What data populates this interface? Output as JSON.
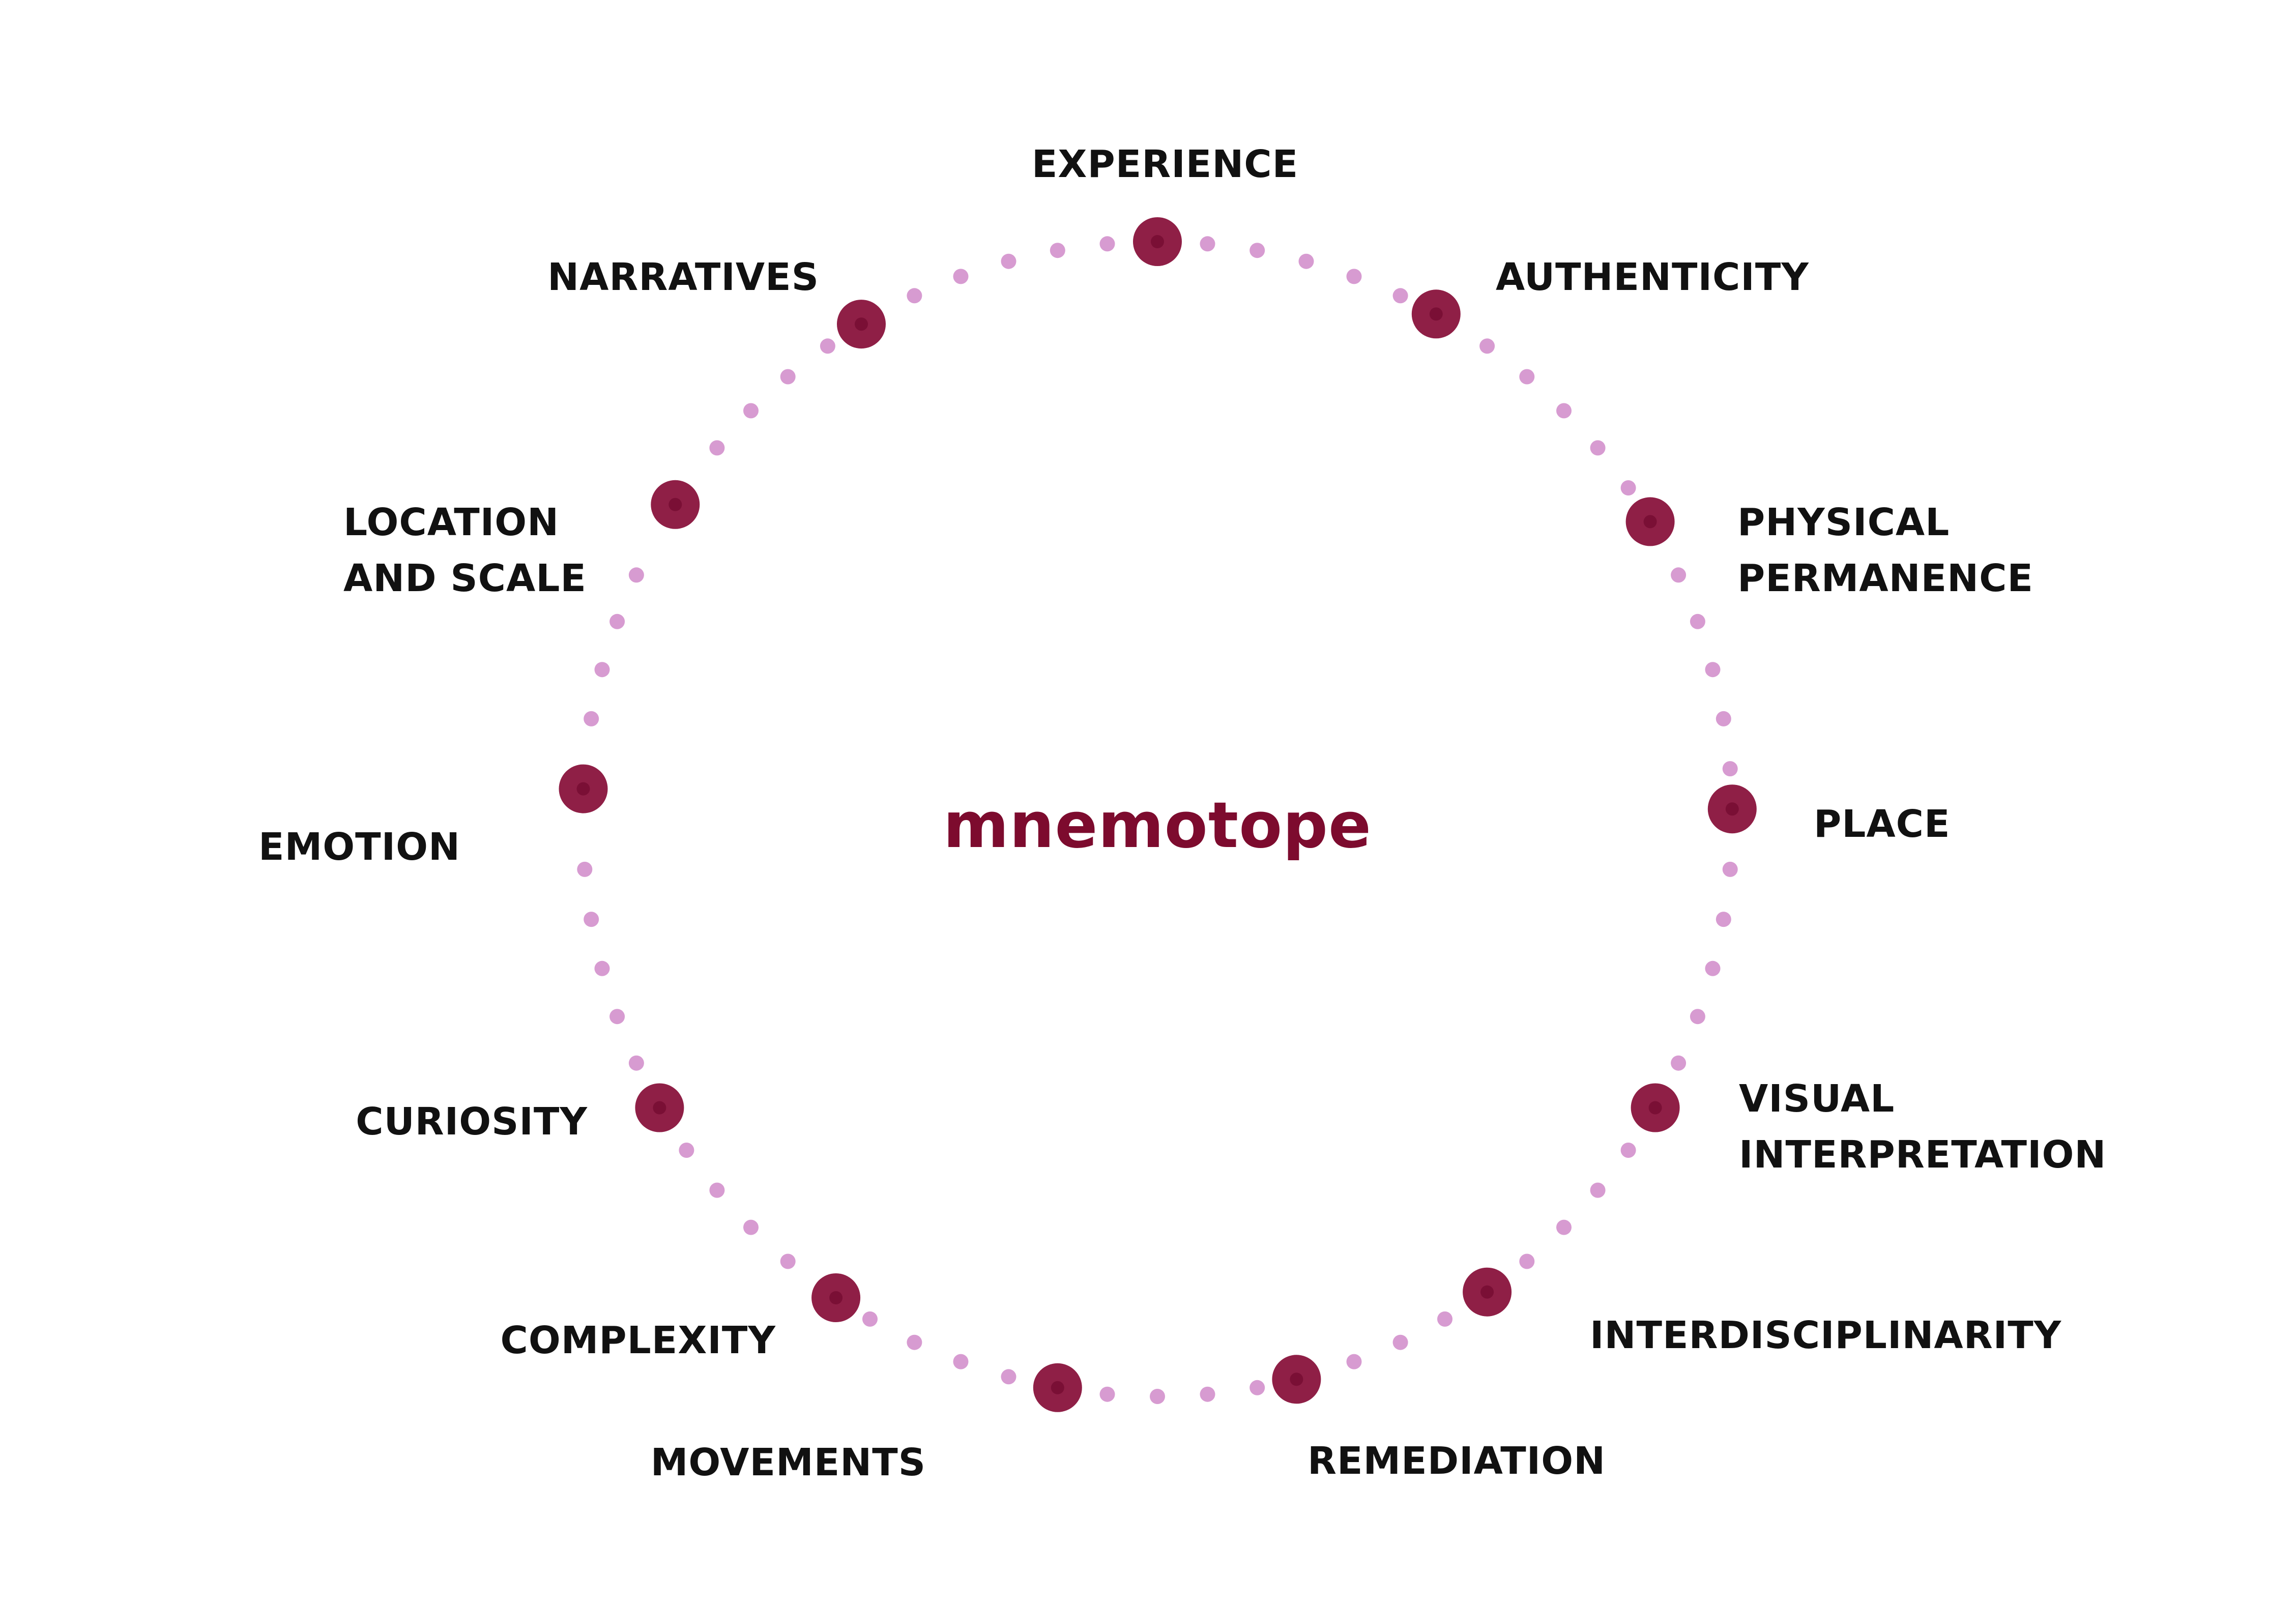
{
  "diagram": {
    "center_label": "mnemotope",
    "colors": {
      "center_text": "#7d0b2e",
      "node": "#8f1f46",
      "node_core": "#7a0f35",
      "dots": "#d79bd1",
      "label": "#111111"
    },
    "nodes": [
      {
        "id": "experience",
        "lines": [
          "EXPERIENCE"
        ]
      },
      {
        "id": "authenticity",
        "lines": [
          "AUTHENTICITY"
        ]
      },
      {
        "id": "physical-permanence",
        "lines": [
          "PHYSICAL",
          "PERMANENCE"
        ]
      },
      {
        "id": "place",
        "lines": [
          "PLACE"
        ]
      },
      {
        "id": "visual-interpretation",
        "lines": [
          "VISUAL",
          "INTERPRETATION"
        ]
      },
      {
        "id": "interdisciplinarity",
        "lines": [
          "INTERDISCIPLINARITY"
        ]
      },
      {
        "id": "remediation",
        "lines": [
          "REMEDIATION"
        ]
      },
      {
        "id": "movements",
        "lines": [
          "MOVEMENTS"
        ]
      },
      {
        "id": "complexity",
        "lines": [
          "COMPLEXITY"
        ]
      },
      {
        "id": "curiosity",
        "lines": [
          "CURIOSITY"
        ]
      },
      {
        "id": "emotion",
        "lines": [
          "EMOTION"
        ]
      },
      {
        "id": "location-and-scale",
        "lines": [
          "LOCATION",
          "AND SCALE"
        ]
      },
      {
        "id": "narratives",
        "lines": [
          "NARRATIVES"
        ]
      }
    ]
  }
}
